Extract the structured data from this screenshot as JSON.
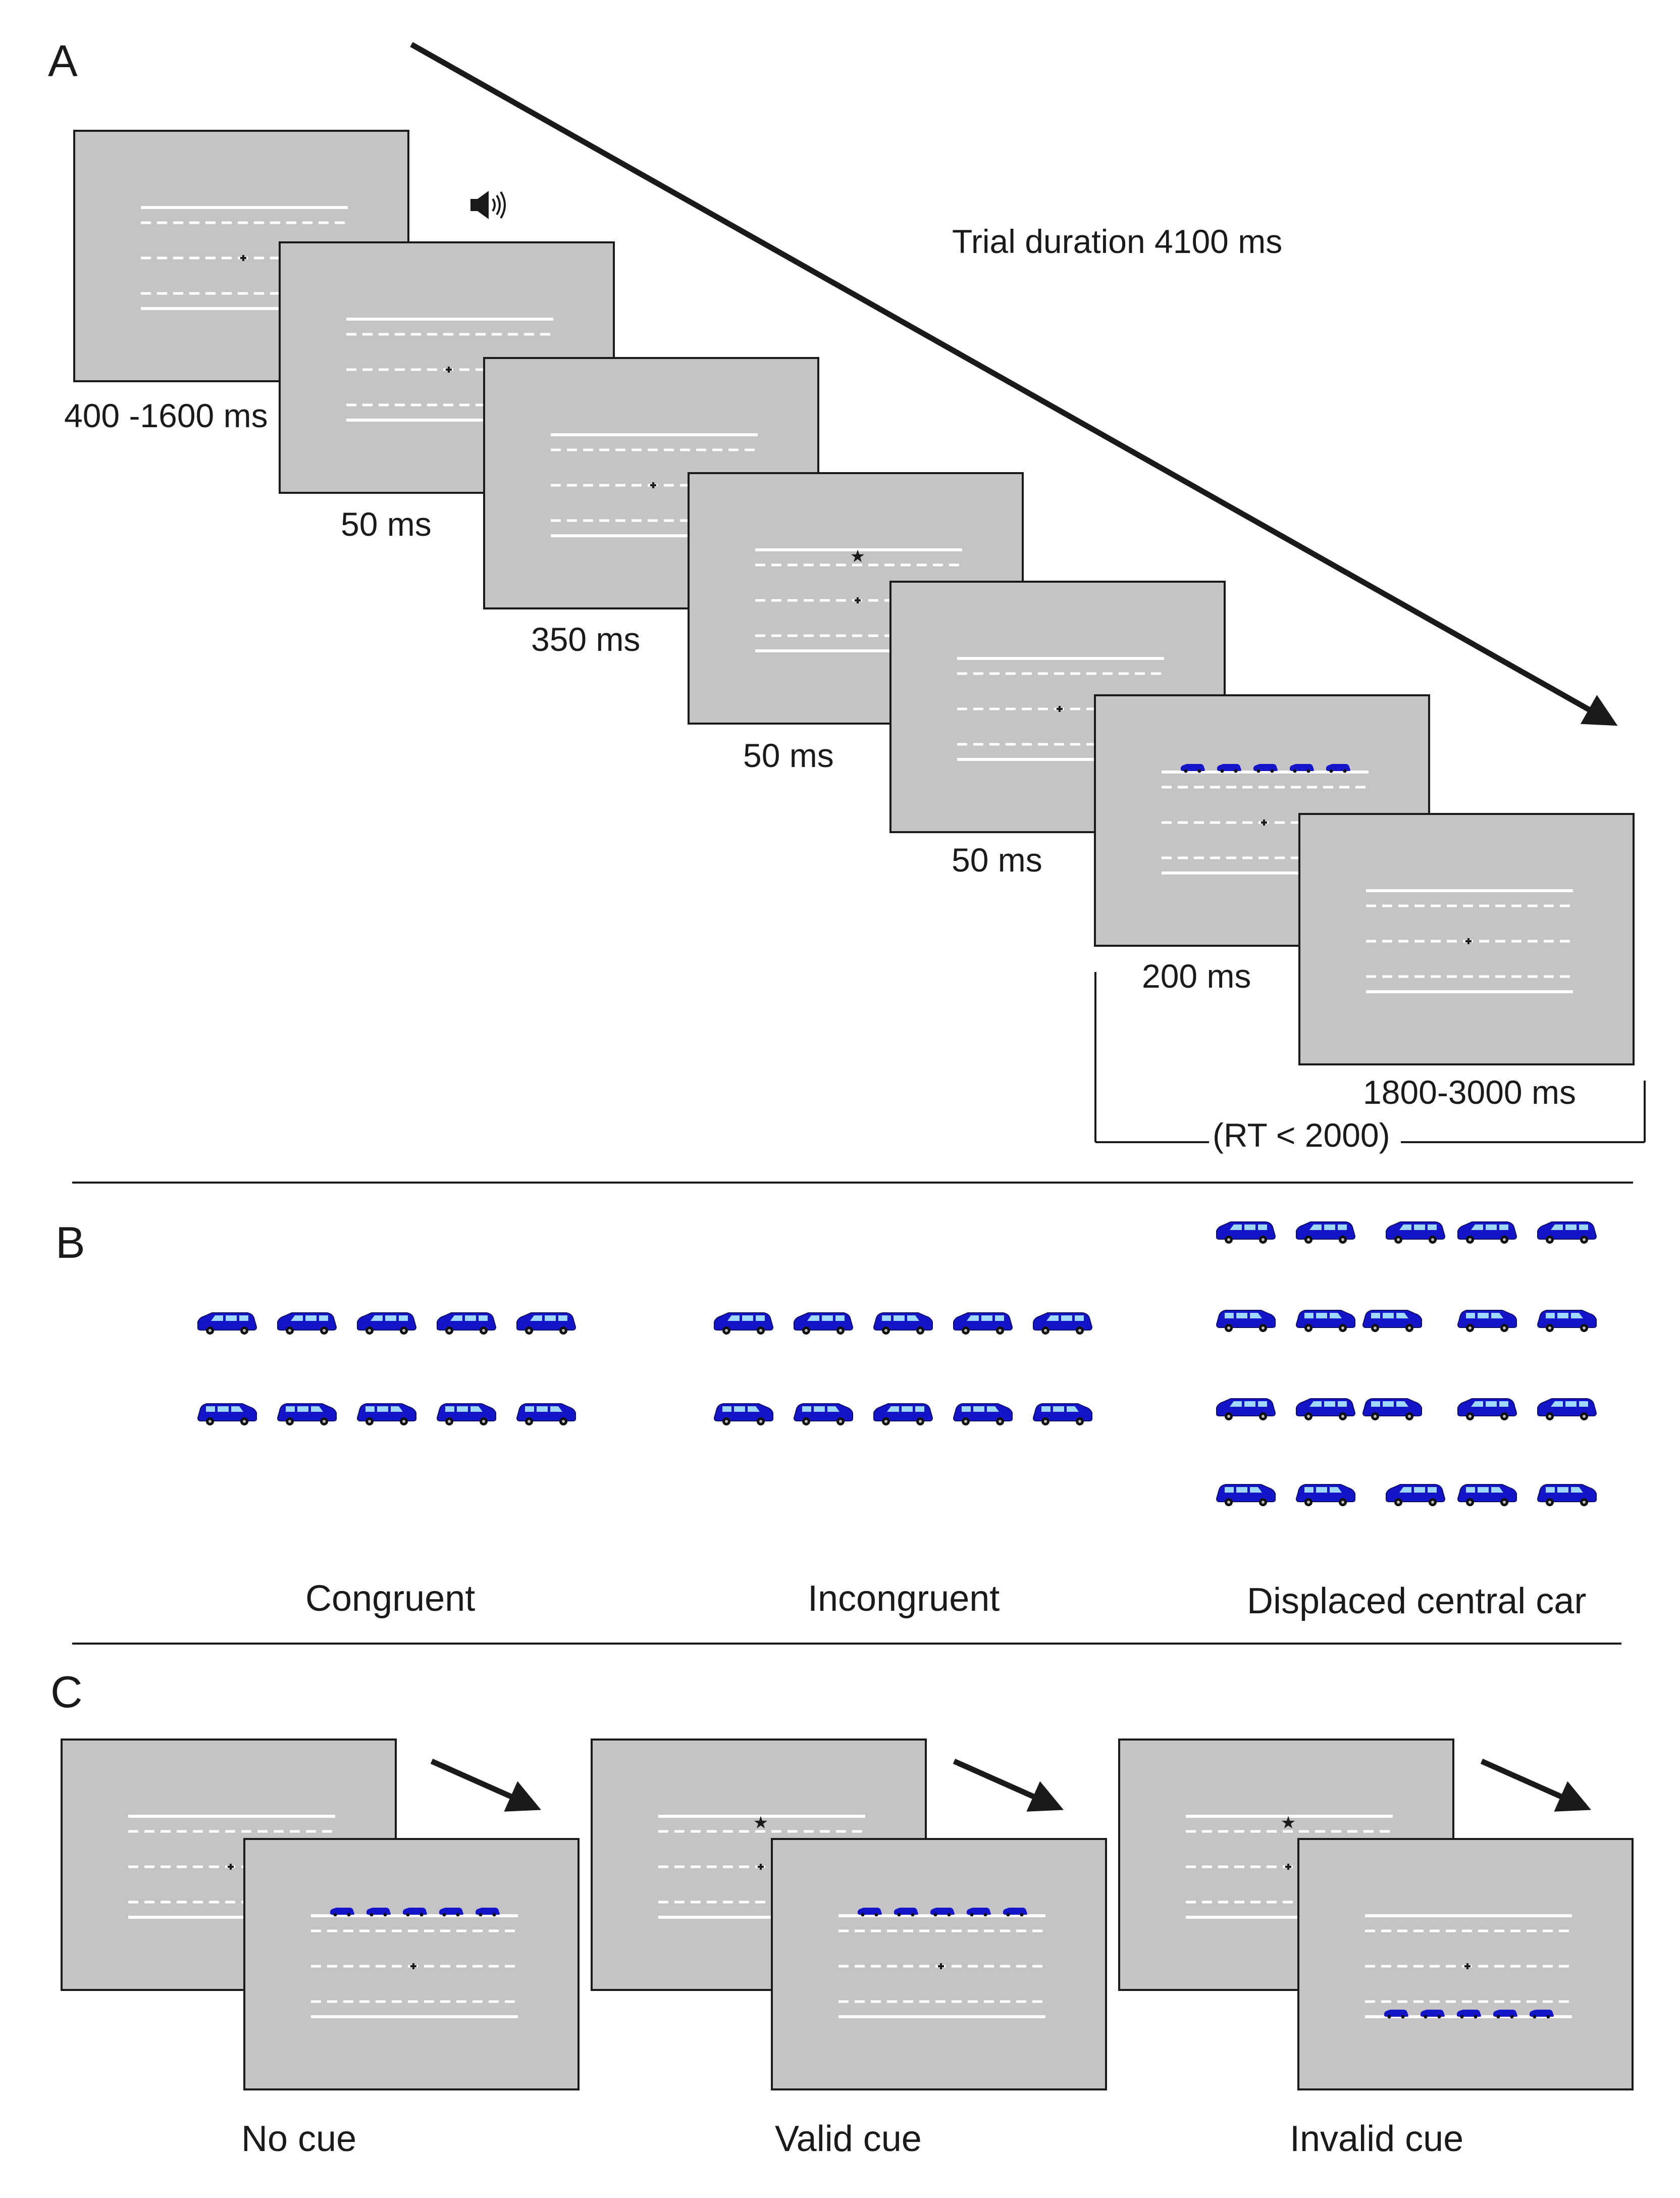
{
  "panels": {
    "a": "A",
    "b": "B",
    "c": "C"
  },
  "panel_a": {
    "trial_duration": "Trial duration 4100 ms",
    "durations": [
      "400 -1600 ms",
      "50 ms",
      "350 ms",
      "50 ms",
      "50 ms",
      "200 ms",
      "1800-3000 ms"
    ],
    "rt_note": "(RT < 2000)"
  },
  "panel_b": {
    "congruent": "Congruent",
    "incongruent": "Incongruent",
    "displaced": "Displaced central car"
  },
  "panel_c": {
    "no_cue": "No cue",
    "valid_cue": "Valid cue",
    "invalid_cue": "Invalid cue"
  },
  "colors": {
    "screen": "#c6c3c7",
    "lane": "#ffffff",
    "car": "#1414c8",
    "ink": "#1a1a1a"
  }
}
